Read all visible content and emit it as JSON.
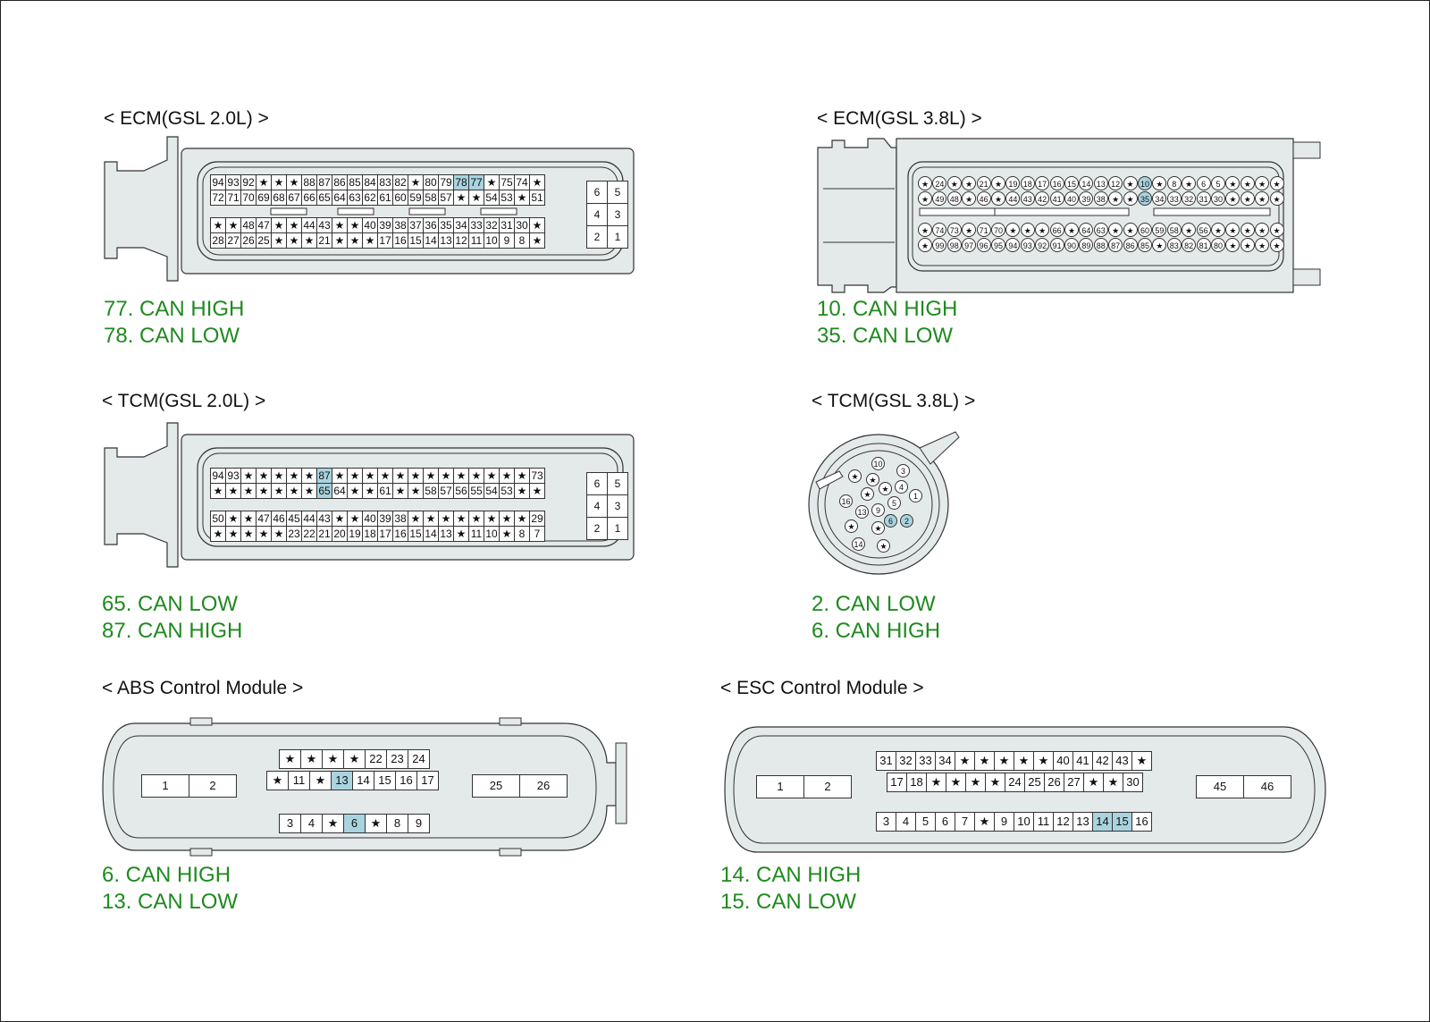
{
  "colors": {
    "body_fill": "#e4e9ea",
    "highlight": "#a9d3df",
    "legend": "#1f8a1f"
  },
  "panels": {
    "ecm20": {
      "title": "< ECM(GSL 2.0L) >",
      "legend": [
        "77. CAN HIGH",
        "78. CAN LOW"
      ],
      "rows": [
        [
          "94",
          "93",
          "92",
          "★",
          "★",
          "★",
          "88",
          "87",
          "86",
          "85",
          "84",
          "83",
          "82",
          "★",
          "80",
          "79",
          "78",
          "77",
          "★",
          "75",
          "74",
          "★"
        ],
        [
          "72",
          "71",
          "70",
          "69",
          "68",
          "67",
          "66",
          "65",
          "64",
          "63",
          "62",
          "61",
          "60",
          "59",
          "58",
          "57",
          "★",
          "★",
          "54",
          "53",
          "★",
          "51"
        ],
        [
          "★",
          "★",
          "48",
          "47",
          "★",
          "★",
          "44",
          "43",
          "★",
          "★",
          "40",
          "39",
          "38",
          "37",
          "36",
          "35",
          "34",
          "33",
          "32",
          "31",
          "30",
          "★"
        ],
        [
          "28",
          "27",
          "26",
          "25",
          "★",
          "★",
          "★",
          "21",
          "★",
          "★",
          "★",
          "17",
          "16",
          "15",
          "14",
          "13",
          "12",
          "11",
          "10",
          "9",
          "8",
          "★"
        ]
      ],
      "highlight": [
        "78",
        "77"
      ],
      "side": [
        [
          "6",
          "5"
        ],
        [
          "4",
          "3"
        ],
        [
          "2",
          "1"
        ]
      ]
    },
    "ecm38": {
      "title": "< ECM(GSL 3.8L) >",
      "legend": [
        "10. CAN HIGH",
        "35. CAN LOW"
      ],
      "rows": [
        [
          "★",
          "24",
          "★",
          "★",
          "21",
          "★",
          "19",
          "18",
          "17",
          "16",
          "15",
          "14",
          "13",
          "12",
          "★",
          "10",
          "★",
          "8",
          "★",
          "6",
          "5",
          "★",
          "★",
          "★",
          "★"
        ],
        [
          "★",
          "49",
          "48",
          "★",
          "46",
          "★",
          "44",
          "43",
          "42",
          "41",
          "40",
          "39",
          "38",
          "★",
          "★",
          "35",
          "34",
          "33",
          "32",
          "31",
          "30",
          "★",
          "★",
          "★",
          "★"
        ],
        [
          "★",
          "74",
          "73",
          "★",
          "71",
          "70",
          "★",
          "★",
          "★",
          "66",
          "★",
          "64",
          "63",
          "★",
          "★",
          "60",
          "59",
          "58",
          "★",
          "56",
          "★",
          "★",
          "★",
          "★",
          "★"
        ],
        [
          "★",
          "99",
          "98",
          "97",
          "96",
          "95",
          "94",
          "93",
          "92",
          "91",
          "90",
          "89",
          "88",
          "87",
          "86",
          "85",
          "★",
          "83",
          "82",
          "81",
          "80",
          "★",
          "★",
          "★",
          "★"
        ]
      ],
      "highlight": [
        "10",
        "35"
      ]
    },
    "tcm20": {
      "title": "< TCM(GSL 2.0L) >",
      "legend": [
        "65. CAN LOW",
        "87. CAN HIGH"
      ],
      "rows": [
        [
          "94",
          "93",
          "★",
          "★",
          "★",
          "★",
          "★",
          "87",
          "★",
          "★",
          "★",
          "★",
          "★",
          "★",
          "★",
          "★",
          "★",
          "★",
          "★",
          "★",
          "★",
          "73"
        ],
        [
          "★",
          "★",
          "★",
          "★",
          "★",
          "★",
          "★",
          "65",
          "64",
          "★",
          "★",
          "61",
          "★",
          "★",
          "58",
          "57",
          "56",
          "55",
          "54",
          "53",
          "★",
          "★"
        ],
        [
          "50",
          "★",
          "★",
          "47",
          "46",
          "45",
          "44",
          "43",
          "★",
          "★",
          "40",
          "39",
          "38",
          "★",
          "★",
          "★",
          "★",
          "★",
          "★",
          "★",
          "★",
          "29"
        ],
        [
          "★",
          "★",
          "★",
          "★",
          "★",
          "23",
          "22",
          "21",
          "20",
          "19",
          "18",
          "17",
          "16",
          "15",
          "14",
          "13",
          "★",
          "11",
          "10",
          "★",
          "8",
          "7"
        ]
      ],
      "highlight": [
        "87",
        "65"
      ],
      "side": [
        [
          "6",
          "5"
        ],
        [
          "4",
          "3"
        ],
        [
          "2",
          "1"
        ]
      ]
    },
    "tcm38": {
      "title": "< TCM(GSL 3.8L) >",
      "legend": [
        "2. CAN LOW",
        "6. CAN HIGH"
      ],
      "pins": [
        "10",
        "★",
        "★",
        "3",
        "16",
        "★",
        "★",
        "4",
        "1",
        "13",
        "9",
        "5",
        "★",
        "6",
        "2",
        "14",
        "★",
        "★"
      ],
      "highlight": [
        "6",
        "2"
      ]
    },
    "abs": {
      "title": "< ABS Control Module >",
      "legend": [
        "6. CAN HIGH",
        "13. CAN LOW"
      ],
      "left_pair": [
        "1",
        "2"
      ],
      "right_pair": [
        "25",
        "26"
      ],
      "row1": [
        "★",
        "★",
        "★",
        "★",
        "22",
        "23",
        "24"
      ],
      "row2": [
        "★",
        "11",
        "★",
        "13",
        "14",
        "15",
        "16",
        "17"
      ],
      "row3": [
        "3",
        "4",
        "★",
        "6",
        "★",
        "8",
        "9"
      ],
      "highlight": [
        "6",
        "13"
      ]
    },
    "esc": {
      "title": "< ESC Control Module >",
      "legend": [
        "14. CAN HIGH",
        "15. CAN LOW"
      ],
      "left_pair": [
        "1",
        "2"
      ],
      "right_pair": [
        "45",
        "46"
      ],
      "row1": [
        "31",
        "32",
        "33",
        "34",
        "★",
        "★",
        "★",
        "★",
        "★",
        "40",
        "41",
        "42",
        "43",
        "★"
      ],
      "row2": [
        "17",
        "18",
        "★",
        "★",
        "★",
        "★",
        "24",
        "25",
        "26",
        "27",
        "★",
        "★",
        "30"
      ],
      "row3": [
        "3",
        "4",
        "5",
        "6",
        "7",
        "★",
        "9",
        "10",
        "11",
        "12",
        "13",
        "14",
        "15",
        "16"
      ],
      "highlight": [
        "14",
        "15"
      ]
    }
  }
}
